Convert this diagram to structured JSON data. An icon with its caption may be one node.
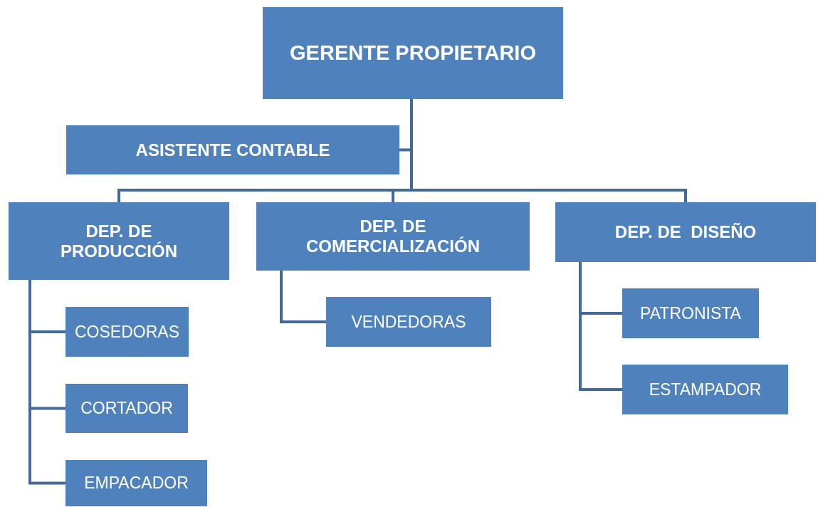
{
  "diagram": {
    "nodes": [
      {
        "text": [
          "GERENTE PROPIETARIO"
        ]
      },
      {
        "text": [
          "ASISTENTE CONTABLE"
        ]
      },
      {
        "text": [
          "DEP. DE PRODUCCIÓN"
        ]
      },
      {
        "text": [
          "DEP. DE COMERCIALIZACIÓN"
        ]
      },
      {
        "text": [
          "DEP. DE  DISEÑO"
        ]
      },
      {
        "text": [
          "COSEDORAS"
        ]
      },
      {
        "text": [
          "CORTADOR"
        ]
      },
      {
        "text": [
          "EMPACADOR"
        ]
      },
      {
        "text": [
          "VENDEDORAS"
        ]
      },
      {
        "text": [
          "PATRONISTA"
        ]
      },
      {
        "text": [
          "ESTAMPADOR"
        ]
      }
    ],
    "edges": [
      {
        "from": 0,
        "to": 1,
        "arrow": "none"
      },
      {
        "from": 0,
        "to": 2,
        "arrow": "none"
      },
      {
        "from": 0,
        "to": 3,
        "arrow": "none"
      },
      {
        "from": 0,
        "to": 4,
        "arrow": "none"
      },
      {
        "from": 2,
        "to": 5,
        "arrow": "none"
      },
      {
        "from": 2,
        "to": 6,
        "arrow": "none"
      },
      {
        "from": 2,
        "to": 7,
        "arrow": "none"
      },
      {
        "from": 3,
        "to": 8,
        "arrow": "none"
      },
      {
        "from": 4,
        "to": 9,
        "arrow": "none"
      },
      {
        "from": 4,
        "to": 10,
        "arrow": "none"
      }
    ]
  }
}
